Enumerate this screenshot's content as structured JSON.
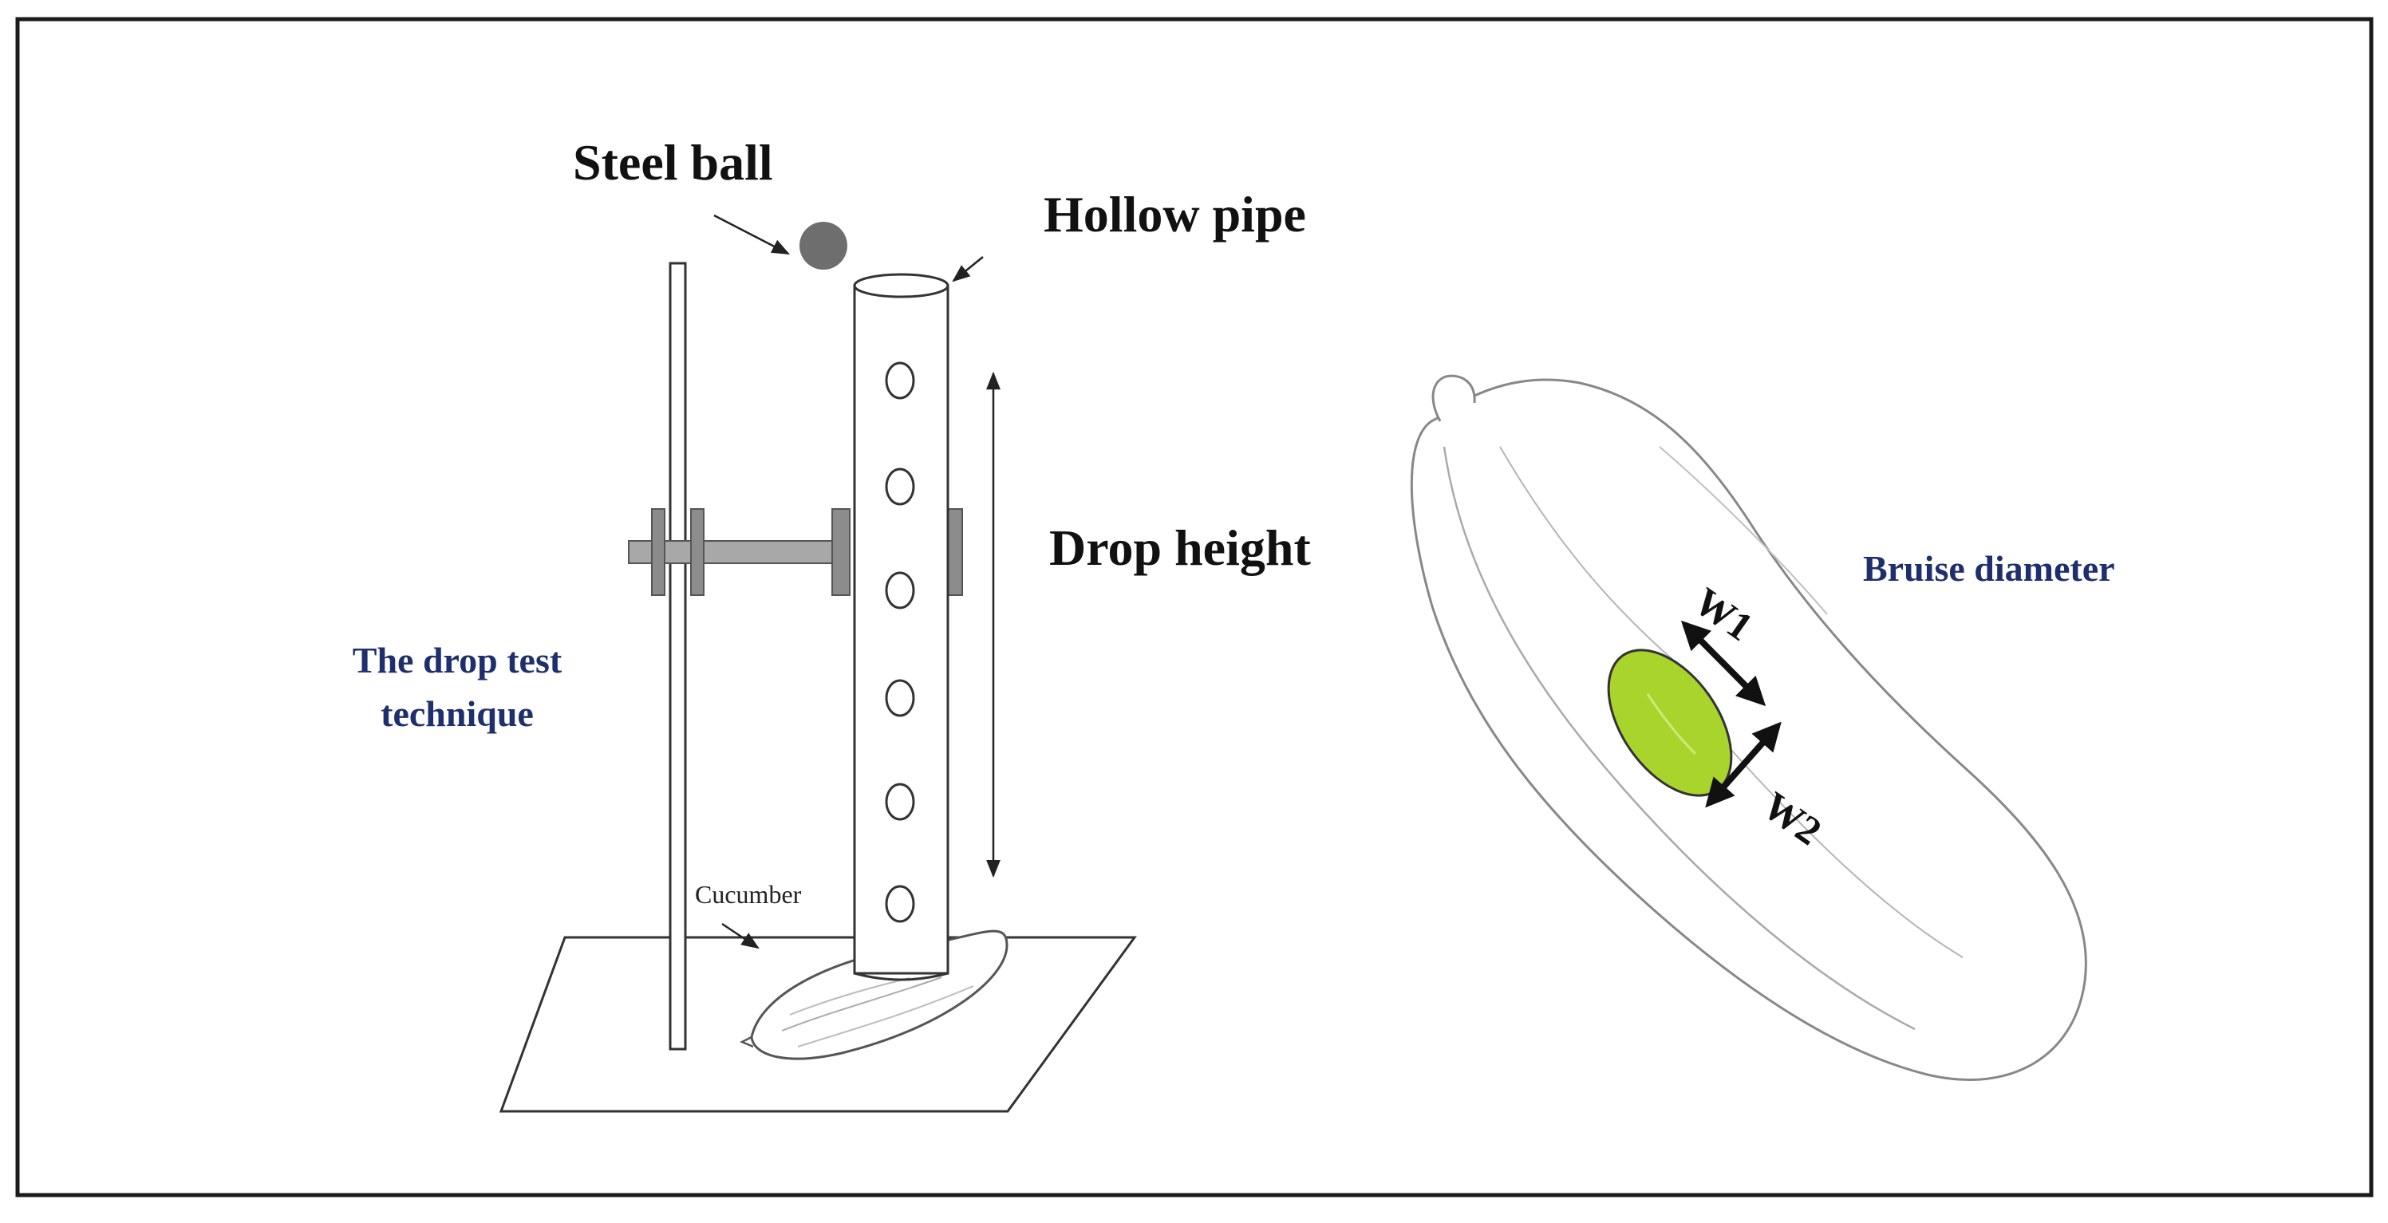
{
  "left_panel": {
    "steel_ball_label": "Steel ball",
    "hollow_pipe_label": "Hollow pipe",
    "drop_height_label": "Drop height",
    "technique_label_line1": "The drop test",
    "technique_label_line2": "technique",
    "cucumber_label": "Cucumber"
  },
  "right_panel": {
    "bruise_label": "Bruise diameter",
    "w1_label": "W1",
    "w2_label": "W2"
  },
  "colors": {
    "frame": "#1a1a1a",
    "steel_ball": "#6e6e6e",
    "clamp": "#8c8c8c",
    "bruise_fill": "#a9d42b",
    "blue_text": "#1f2f6e"
  }
}
